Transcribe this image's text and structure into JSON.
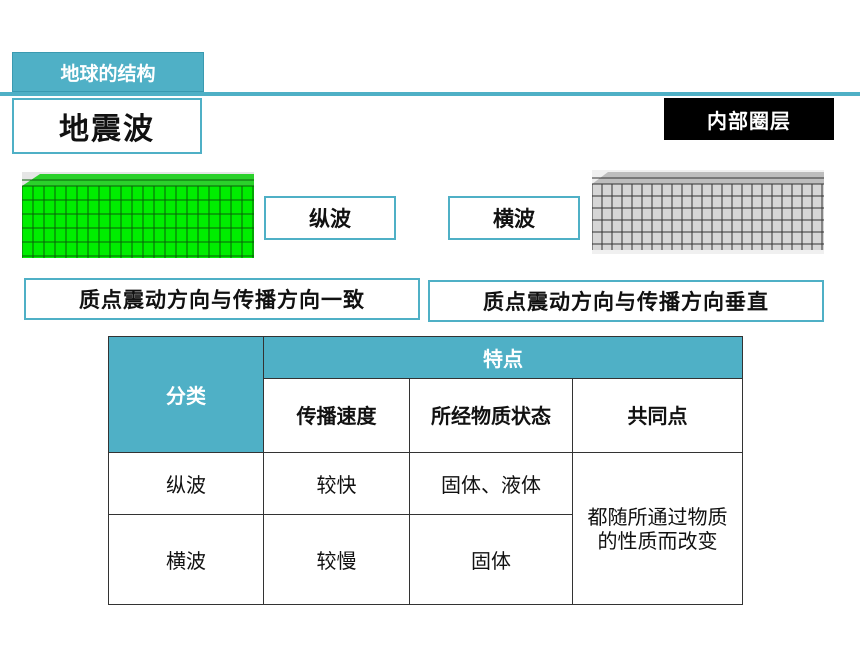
{
  "header": {
    "tab_label": "地球的结构",
    "title": "地震波",
    "badge": "内部圈层"
  },
  "waves": {
    "longitudinal": {
      "label": "纵波",
      "description": "质点震动方向与传播方向一致",
      "image_color": "#00ee00"
    },
    "transverse": {
      "label": "横波",
      "description": "质点震动方向与传播方向垂直",
      "image_color": "#cfcfcf"
    }
  },
  "table": {
    "category_header": "分类",
    "features_header": "特点",
    "columns": [
      "传播速度",
      "所经物质状态",
      "共同点"
    ],
    "rows": [
      {
        "name": "纵波",
        "speed": "较快",
        "medium": "固体、液体"
      },
      {
        "name": "横波",
        "speed": "较慢",
        "medium": "固体"
      }
    ],
    "common_point": "都随所通过物质的性质而改变"
  },
  "colors": {
    "accent": "#4fb0c6",
    "badge_bg": "#000000"
  }
}
